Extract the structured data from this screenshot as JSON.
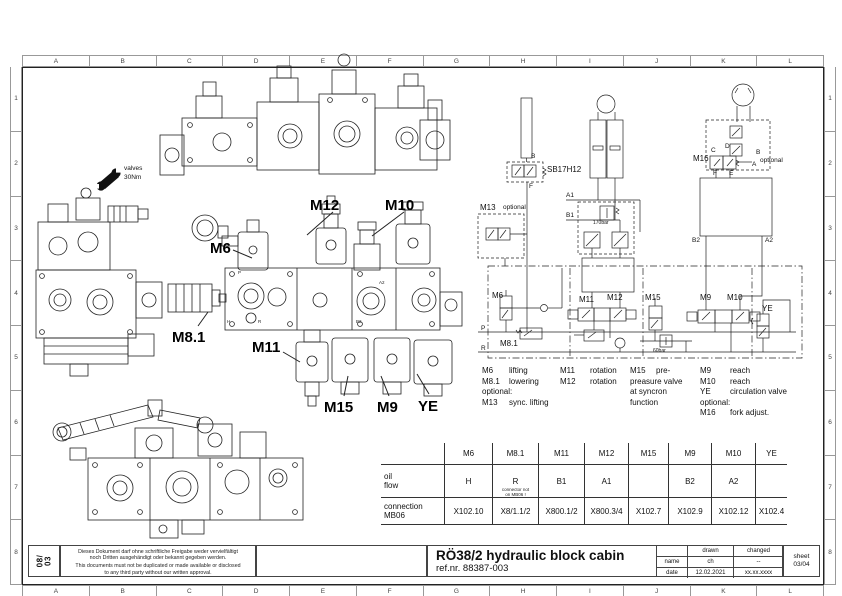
{
  "frame": {
    "cols": [
      "A",
      "B",
      "C",
      "D",
      "E",
      "F",
      "G",
      "H",
      "I",
      "J",
      "K",
      "L"
    ],
    "rows": [
      "1",
      "2",
      "3",
      "4",
      "5",
      "6",
      "7",
      "8"
    ]
  },
  "note": {
    "line1": "valves",
    "line2": "30Nm"
  },
  "callouts": {
    "m12": "M12",
    "m10": "M10",
    "m6": "M6",
    "m8_1": "M8.1",
    "m11": "M11",
    "m15": "M15",
    "m9": "M9",
    "ye": "YE"
  },
  "drawing_ports": {
    "p": "P",
    "h": "H",
    "r": "R",
    "b2": "B2",
    "a2": "A2"
  },
  "schematic": {
    "sb17h12": "SB17H12",
    "b_port": "B",
    "f_port": "F",
    "m13": "M13",
    "m13_optional": "optional",
    "a1": "A1",
    "b1": "B1",
    "bar170": "170bar",
    "m6": "M6",
    "m8_1": "M8.1",
    "m11": "M11",
    "m12": "M12",
    "m15": "M15",
    "bar60": "60bar",
    "m9": "M9",
    "m10": "M10",
    "ye": "YE",
    "p": "P",
    "r": "R",
    "m16": "M16",
    "m16_optional": "optional",
    "c_port": "C",
    "d_port": "D",
    "e_port": "E",
    "f2_port": "F",
    "a_port": "A",
    "b2_top_port": "B",
    "port_b2": "B2",
    "port_a2": "A2"
  },
  "legend": {
    "c1r1k": "M6",
    "c1r1d": "lifting",
    "c1r2k": "M8.1",
    "c1r2d": "lowering",
    "c1r3": "optional:",
    "c1r4k": "M13",
    "c1r4d": "sync. lifting",
    "c2r1k": "M11",
    "c2r1d": "rotation",
    "c2r2k": "M12",
    "c2r2d": "rotation",
    "c3r1k": "M15",
    "c3r1d": "pre-",
    "c3r2": "preasure valve",
    "c3r3": "at syncron",
    "c3r4": "function",
    "c4r1k": "M9",
    "c4r1d": "reach",
    "c4r2k": "M10",
    "c4r2d": "reach",
    "c4r3k": "YE",
    "c4r3d": "circulation valve",
    "c4r4": "optional:",
    "c4r5k": "M16",
    "c4r5d": "fork adjust."
  },
  "table": {
    "headers": [
      "",
      "M6",
      "M8.1",
      "M11",
      "M12",
      "M15",
      "M9",
      "M10",
      "YE"
    ],
    "rows": [
      {
        "label_l1": "oil",
        "label_l2": "flow",
        "values": [
          "H",
          "R",
          "B1",
          "A1",
          "",
          "B2",
          "A2",
          ""
        ]
      },
      {
        "label_l1": "connection",
        "label_l2": "MB06",
        "values": [
          "X102.10",
          "X8/1.1/2",
          "X800.1/2",
          "X800.3/4",
          "X102.7",
          "X102.9",
          "X102.12",
          "X102.4"
        ]
      }
    ],
    "r_note_l1": "connector not",
    "r_note_l2": "on MB06 !"
  },
  "title_block": {
    "doc_code_l1": "08/",
    "doc_code_l2": "03",
    "disclaimer_de_l1": "Dieses Dokument darf ohne schriftliche Freigabe weder vervielfältigt",
    "disclaimer_de_l2": "noch Dritten ausgehändigt oder bekannt gegeben werden.",
    "disclaimer_en_l1": "This documents must not be duplicated or made available or disclosed",
    "disclaimer_en_l2": "to any third party without our written approval.",
    "title": "RÖ38/2 hydraulic block cabin",
    "ref": "ref.nr. 88387-003",
    "drawn": "drawn",
    "changed": "changed",
    "name_label": "name",
    "name_drawn": "ch",
    "name_changed": "--",
    "date_label": "date",
    "date_drawn": "12.02.2021",
    "date_changed": "xx.xx.xxxx",
    "sheet_label": "sheet",
    "sheet_value": "03/04"
  }
}
